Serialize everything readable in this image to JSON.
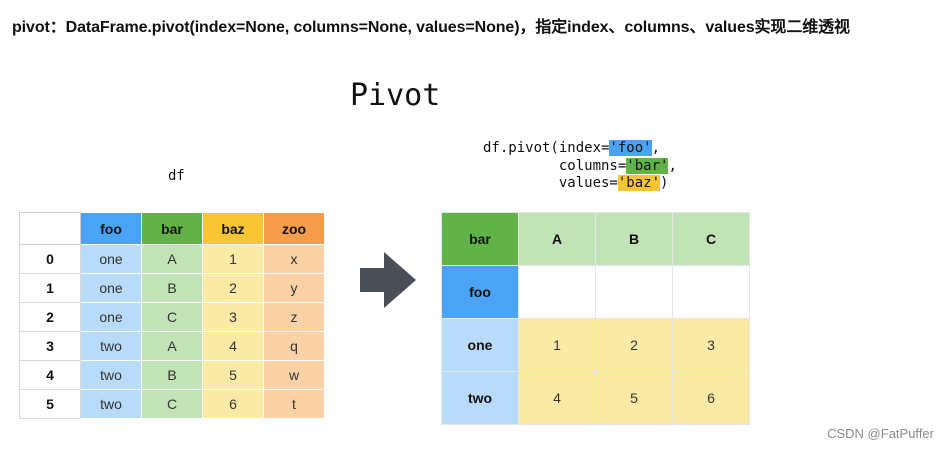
{
  "header": "pivot：DataFrame.pivot(index=None, columns=None, values=None)，指定index、columns、values实现二维透视",
  "title": "Pivot",
  "df_label": "df",
  "code": {
    "line1_prefix": "df.pivot(index=",
    "index_arg": "'foo'",
    "line1_suffix": ",",
    "line2_prefix": "         columns=",
    "columns_arg": "'bar'",
    "line2_suffix": ",",
    "line3_prefix": "         values=",
    "values_arg": "'baz'",
    "line3_suffix": ")"
  },
  "source_table": {
    "columns": [
      "foo",
      "bar",
      "baz",
      "zoo"
    ],
    "index": [
      "0",
      "1",
      "2",
      "3",
      "4",
      "5"
    ],
    "rows": [
      [
        "one",
        "A",
        "1",
        "x"
      ],
      [
        "one",
        "B",
        "2",
        "y"
      ],
      [
        "one",
        "C",
        "3",
        "z"
      ],
      [
        "two",
        "A",
        "4",
        "q"
      ],
      [
        "two",
        "B",
        "5",
        "w"
      ],
      [
        "two",
        "C",
        "6",
        "t"
      ]
    ]
  },
  "result_table": {
    "columns_name": "bar",
    "columns": [
      "A",
      "B",
      "C"
    ],
    "index_name": "foo",
    "index": [
      "one",
      "two"
    ],
    "values": [
      [
        "1",
        "2",
        "3"
      ],
      [
        "4",
        "5",
        "6"
      ]
    ]
  },
  "watermark": "CSDN @FatPuffer",
  "colors": {
    "foo": "#4aa3f5",
    "bar": "#62b24a",
    "baz": "#f7c531",
    "zoo": "#f59c4a",
    "arrow": "#4a4f57"
  },
  "icons": {
    "arrow": "right-arrow-icon"
  }
}
